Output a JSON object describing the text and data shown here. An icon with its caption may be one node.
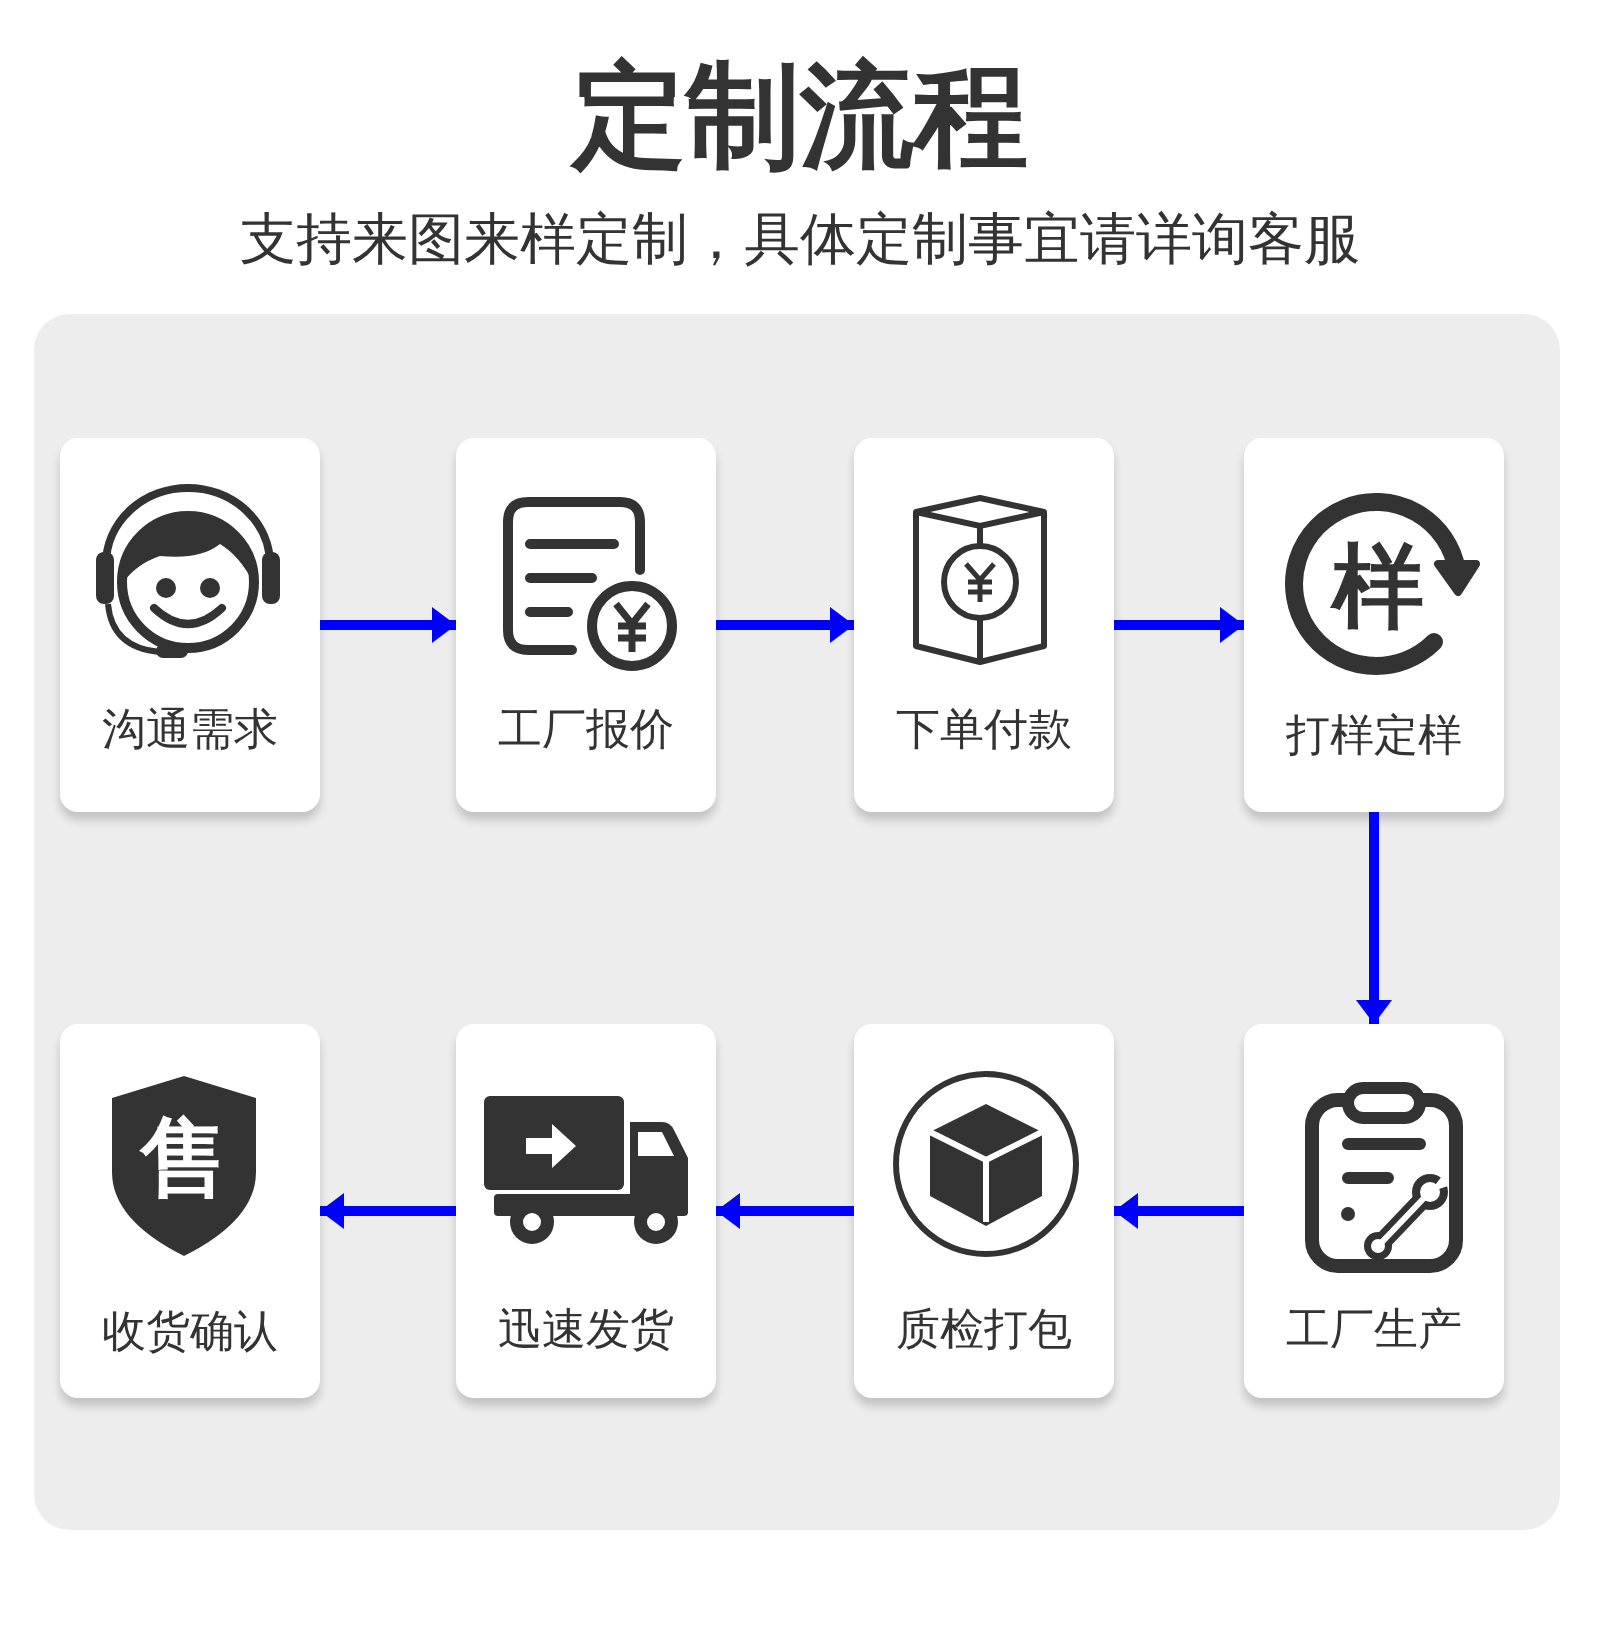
{
  "diagram": {
    "title": "定制流程",
    "nodes": [
      {
        "text": [],
        "shape": "box"
      },
      {
        "text": [
          "沟通需求"
        ],
        "in": 0
      },
      {
        "text": [
          "工厂报价"
        ],
        "in": 0
      },
      {
        "text": [
          "下单付款"
        ],
        "in": 0
      },
      {
        "text": [
          "打样定样"
        ],
        "in": 0
      },
      {
        "text": [
          "收货确认"
        ],
        "in": 0
      },
      {
        "text": [
          "迅速发货"
        ],
        "in": 0
      },
      {
        "text": [
          "质检打包"
        ],
        "in": 0
      },
      {
        "text": [
          "工厂生产"
        ],
        "in": 0
      }
    ],
    "edges": [
      {
        "from": 1,
        "to": 2,
        "arrow": "to"
      },
      {
        "from": 2,
        "to": 3,
        "arrow": "to"
      },
      {
        "from": 3,
        "to": 4,
        "arrow": "to"
      },
      {
        "from": 4,
        "to": 8,
        "arrow": "to"
      },
      {
        "from": 8,
        "to": 7,
        "arrow": "to"
      },
      {
        "from": 7,
        "to": 6,
        "arrow": "to"
      },
      {
        "from": 6,
        "to": 5,
        "arrow": "to"
      }
    ],
    "labels": [
      "支持来图来样定制，具体定制事宜请详询客服",
      "样",
      "售"
    ]
  }
}
